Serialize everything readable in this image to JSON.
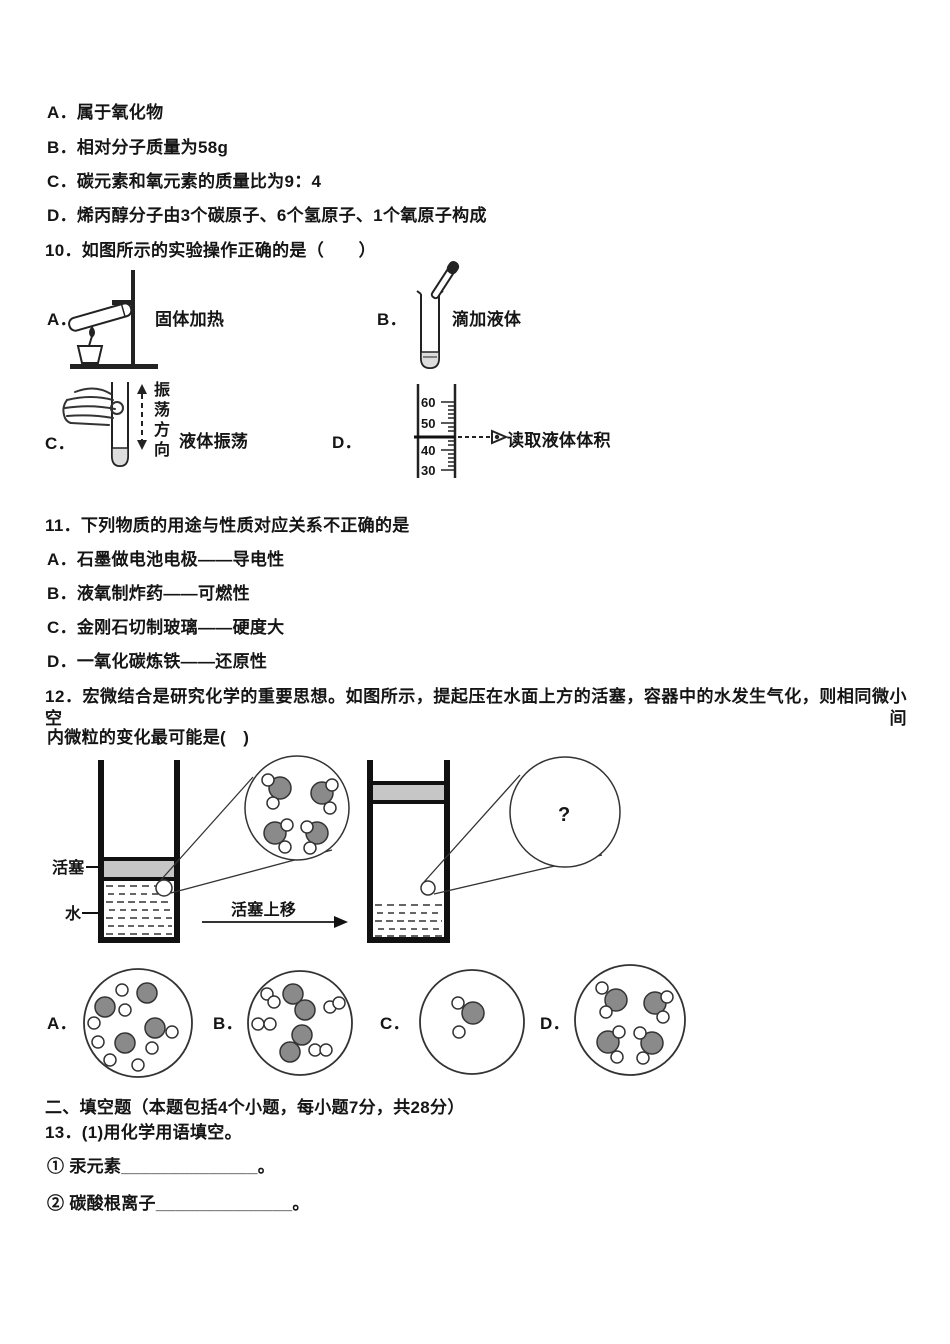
{
  "colors": {
    "text": "#151515",
    "atom_gray": "#8a8a8a",
    "piston_gray": "#c6c6c6"
  },
  "q9": {
    "options": [
      "A．属于氧化物",
      "B．相对分子质量为58g",
      "C．碳元素和氧元素的质量比为9：4",
      "D．烯丙醇分子由3个碳原子、6个氢原子、1个氧原子构成"
    ]
  },
  "q10": {
    "stem": "10．如图所示的实验操作正确的是（　　）",
    "option_labels": [
      "A．",
      "B．",
      "C．",
      "D．"
    ],
    "captions": [
      "固体加热",
      "滴加液体",
      "液体振荡",
      "读取液体体积"
    ],
    "shake_direction": "振荡方向",
    "cylinder_scale": [
      "60",
      "50",
      "40",
      "30"
    ]
  },
  "q11": {
    "stem": "11．下列物质的用途与性质对应关系不正确的是",
    "options": [
      "A．石墨做电池电极——导电性",
      "B．液氧制炸药——可燃性",
      "C．金刚石切制玻璃——硬度大",
      "D．一氧化碳炼铁——还原性"
    ]
  },
  "q12": {
    "stem_line1": "12．宏微结合是研究化学的重要思想。如图所示，提起压在水面上方的活塞，容器中的水发生气化，则相同微小空间",
    "stem_line2": "内微粒的变化最可能是(　)",
    "figure": {
      "piston_label": "活塞",
      "water_label": "水",
      "arrow_label": "活塞上移",
      "question_mark": "?"
    },
    "option_labels": [
      "A．",
      "B．",
      "C．",
      "D．"
    ]
  },
  "section2": {
    "heading": "二、填空题（本题包括4个小题，每小题7分，共28分）"
  },
  "q13": {
    "stem": "13．(1)用化学用语填空。",
    "items": [
      "① 汞元素______________。",
      "② 碳酸根离子______________。"
    ]
  }
}
